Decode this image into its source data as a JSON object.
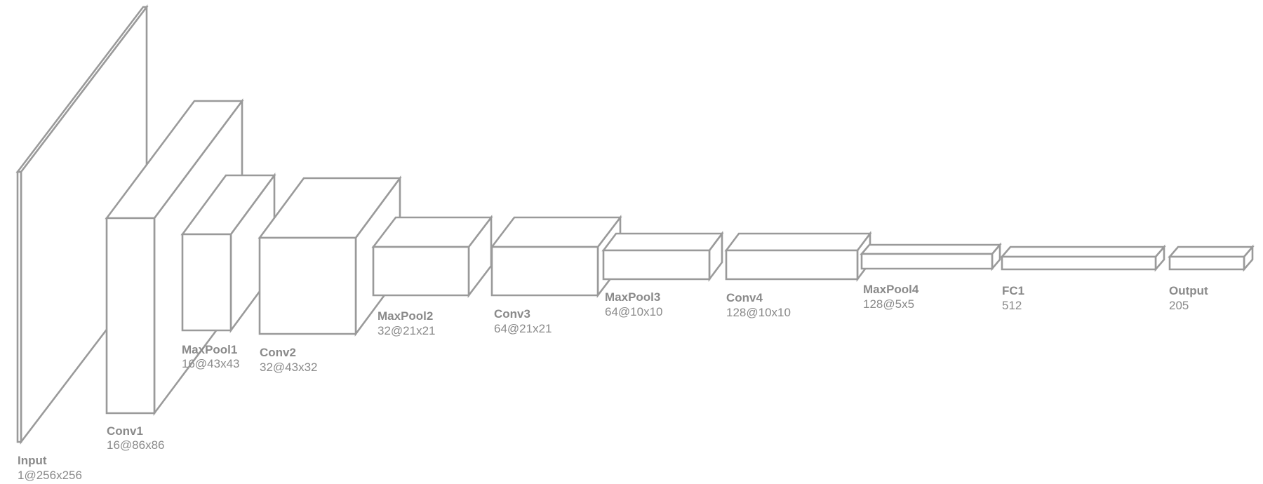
{
  "colors": {
    "stroke": "#9a9a9a",
    "text": "#8a8a8a",
    "face": "#ffffff"
  },
  "layers": [
    {
      "id": "input",
      "name": "Input",
      "dims": "1@256x256"
    },
    {
      "id": "conv1",
      "name": "Conv1",
      "dims": "16@86x86"
    },
    {
      "id": "maxpool1",
      "name": "MaxPool1",
      "dims": "16@43x43"
    },
    {
      "id": "conv2",
      "name": "Conv2",
      "dims": "32@43x32"
    },
    {
      "id": "maxpool2",
      "name": "MaxPool2",
      "dims": "32@21x21"
    },
    {
      "id": "conv3",
      "name": "Conv3",
      "dims": "64@21x21"
    },
    {
      "id": "maxpool3",
      "name": "MaxPool3",
      "dims": "64@10x10"
    },
    {
      "id": "conv4",
      "name": "Conv4",
      "dims": "128@10x10"
    },
    {
      "id": "maxpool4",
      "name": "MaxPool4",
      "dims": "128@5x5"
    },
    {
      "id": "fc1",
      "name": "FC1",
      "dims": "512"
    },
    {
      "id": "output",
      "name": "Output",
      "dims": "205"
    }
  ]
}
